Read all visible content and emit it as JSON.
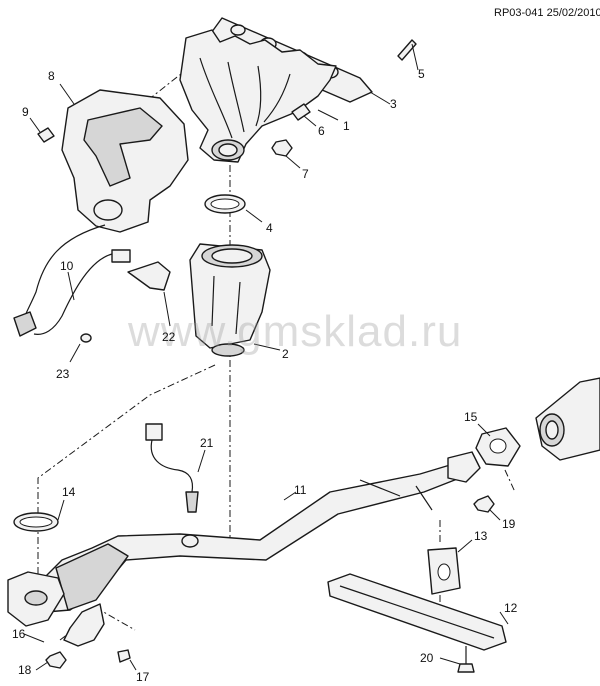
{
  "header": {
    "reference": "RP03-041 25/02/2010"
  },
  "watermark": {
    "text": "www.gmsklad.ru"
  },
  "callouts": [
    "1",
    "2",
    "3",
    "4",
    "5",
    "6",
    "7",
    "8",
    "9",
    "10",
    "11",
    "12",
    "13",
    "14",
    "15",
    "16",
    "17",
    "18",
    "19",
    "20",
    "21",
    "22",
    "23"
  ]
}
